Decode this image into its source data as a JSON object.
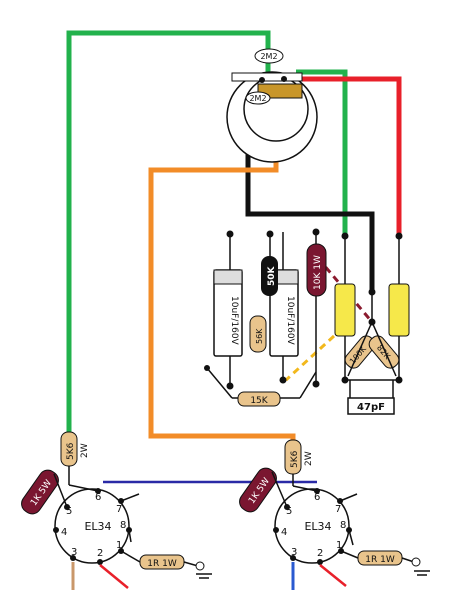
{
  "palette": {
    "green_wire": "#22b24c",
    "orange_wire": "#f28c28",
    "red_wire": "#e8202a",
    "black_wire": "#111111",
    "blue_wire": "#2a2aa6",
    "yellow_dashed": "#f2b81c",
    "maroon_dashed": "#8b1a2e",
    "resistor_tan": "#e9c48c",
    "resistor_maroon": "#7a1630",
    "cap_yellow": "#f6e84a",
    "pot_brown": "#c8962a"
  },
  "labels": {
    "pot_top": "2M2",
    "pot_bottom": "2M2",
    "pot_50k": "50K",
    "cap1": "10uF/160V",
    "cap2": "10uF/160V",
    "res_56k": "56K",
    "res_10k1w": "10K 1W",
    "res_15k": "15K",
    "res_100k": "100K",
    "res_82k": "82K",
    "cap_47pf": "47pF",
    "tube_left": {
      "name": "EL34",
      "screen_res": "1K 5W",
      "grid_res": "5K6",
      "grid_res_w": "2W",
      "cathode_res": "1R 1W",
      "pins": [
        "1",
        "2",
        "3",
        "4",
        "5",
        "6",
        "7",
        "8"
      ]
    },
    "tube_right": {
      "name": "EL34",
      "screen_res": "1K 5W",
      "grid_res": "5K6",
      "grid_res_w": "2W",
      "cathode_res": "1R 1W",
      "pins": [
        "1",
        "2",
        "3",
        "4",
        "5",
        "6",
        "7",
        "8"
      ]
    }
  }
}
